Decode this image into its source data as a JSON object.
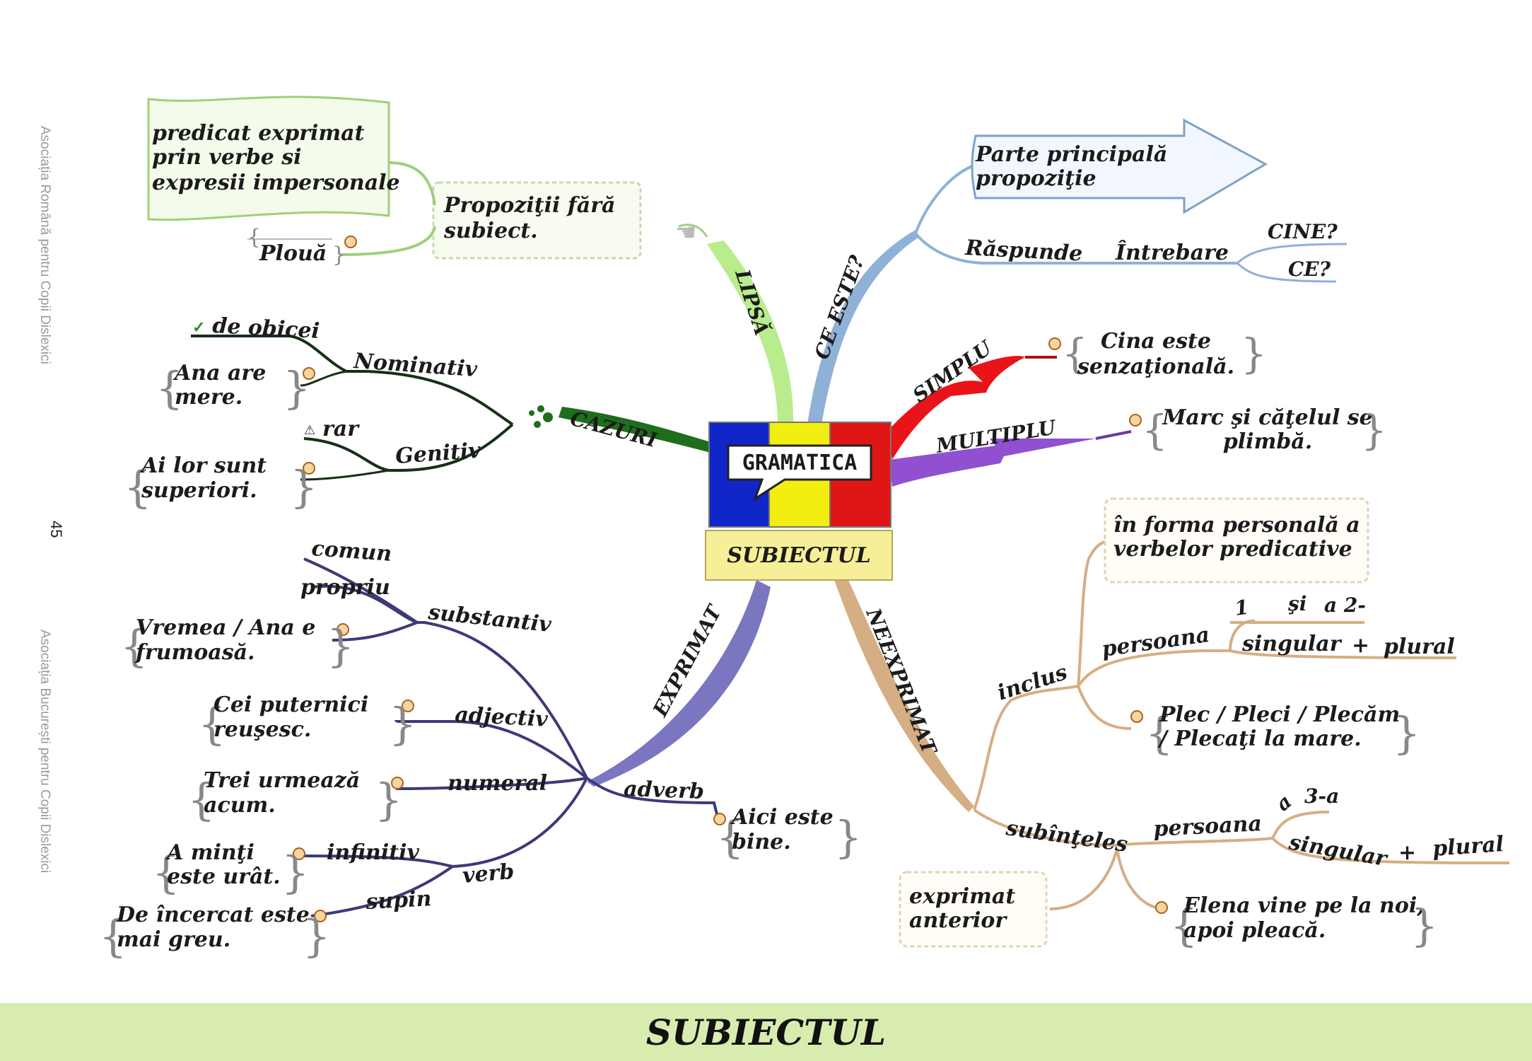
{
  "watermarks": {
    "top": "Asociația Română pentru Copii Dislexici",
    "bottom": "Asociația București pentru Copii Dislexici",
    "page_number": "45"
  },
  "center": {
    "title": "GRAMATICA",
    "subtitle": "SUBIECTUL",
    "colors": {
      "blue": "#1026c8",
      "yellow": "#f2ee10",
      "red": "#e01616"
    }
  },
  "branches": {
    "lipsa": {
      "label": "LIPSĂ",
      "color": "#b8ec8c",
      "node": "Propoziții fără subiect.",
      "node_lines": [
        "Propoziţii fără",
        "subiect."
      ],
      "children": {
        "predicat": [
          "predicat exprimat",
          "prin verbe si",
          "expresii impersonale"
        ],
        "ploua": "Plouă"
      }
    },
    "ce_este": {
      "label": "CE ESTE?",
      "color": "#8fb1d8",
      "arrow_lines": [
        "Parte principală",
        "propoziţie"
      ],
      "raspunde": "Răspunde",
      "intrebare": "Întrebare",
      "cine": "CINE?",
      "ce": "CE?"
    },
    "simplu": {
      "label": "SIMPLU",
      "color": "#e8141a",
      "example_lines": [
        "Cina este",
        "senzaţională."
      ]
    },
    "multiplu": {
      "label": "MULTIPLU",
      "color": "#9050d0",
      "example_lines": [
        "Marc şi căţelul se",
        "plimbă."
      ]
    },
    "cazuri": {
      "label": "CAZURI",
      "color": "#1e6e1e",
      "nominativ": "Nominativ",
      "de_obicei": "de obicei",
      "nom_example": [
        "Ana are",
        "mere."
      ],
      "genitiv": "Genitiv",
      "rar": "rar",
      "gen_example": [
        "Ai lor sunt",
        "superiori."
      ]
    },
    "exprimat": {
      "label": "EXPRIMAT",
      "color": "#7a76c0",
      "substantiv": "substantiv",
      "comun": "comun",
      "propriu": "propriu",
      "subst_example": [
        "Vremea / Ana e",
        "frumoasă."
      ],
      "adjectiv": "adjectiv",
      "adj_example": [
        "Cei puternici",
        "reuşesc."
      ],
      "numeral": "numeral",
      "num_example": [
        "Trei urmează",
        "acum."
      ],
      "adverb": "adverb",
      "adv_example": [
        "Aici este",
        "bine."
      ],
      "verb": "verb",
      "infinitiv": "infinitiv",
      "inf_example": [
        "A minţi",
        "este urât."
      ],
      "supin": "supin",
      "sup_example": [
        "De încercat este",
        "mai greu."
      ]
    },
    "neexprimat": {
      "label": "NEEXPRIMAT",
      "color": "#d6ae84",
      "inclus": "inclus",
      "forma_lines": [
        "în forma personală a",
        "verbelor predicative"
      ],
      "persoana": "persoana",
      "p1": "1",
      "si": "şi",
      "p2": "a 2-",
      "singular": "singular",
      "plus": "+",
      "plural": "plural",
      "plec_lines": [
        "Plec / Pleci / Plecăm",
        "/ Plecaţi la mare."
      ],
      "subinteles": "subînţeles",
      "persoana2": "persoana",
      "a3": "a",
      "p3": "3-a",
      "singular2": "singular",
      "plus2": "+",
      "plural2": "plural",
      "exprimat_anterior": [
        "exprimat",
        "anterior"
      ],
      "elena_lines": [
        "Elena vine pe la noi,",
        "apoi pleacă."
      ]
    }
  },
  "footer": {
    "title": "SUBIECTUL"
  }
}
